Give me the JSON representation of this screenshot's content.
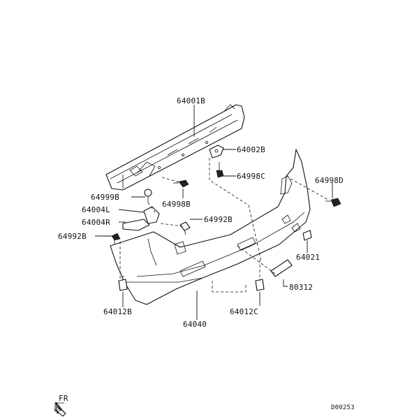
{
  "diagram": {
    "labels": {
      "p64001B": "64001B",
      "p64002B": "64002B",
      "p64998C": "64998C",
      "p64998D": "64998D",
      "p64999B": "64999B",
      "p64998B": "64998B",
      "p64004L": "64004L",
      "p64004R": "64004R",
      "p64992B_right": "64992B",
      "p64992B_left": "64992B",
      "p64021": "64021",
      "p80312": "80312",
      "p64012B": "64012B",
      "p64040": "64040",
      "p64012C": "64012C"
    },
    "direction_label": "FR",
    "diagram_code": "D00253"
  }
}
